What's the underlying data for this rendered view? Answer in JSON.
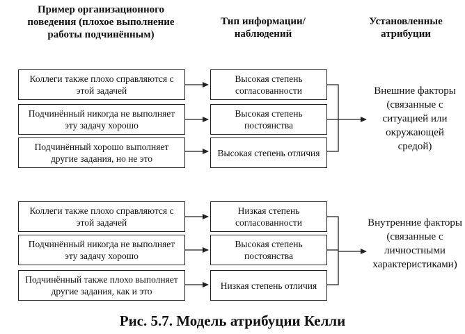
{
  "headers": {
    "col1": "Пример организационного поведения (плохое выполнение работы подчинённым)",
    "col2": "Тип информации/ наблюдений",
    "col3": "Установленные атрибуции"
  },
  "group1": {
    "examples": [
      "Коллеги также плохо справляются с этой задачей",
      "Подчинённый никогда не выполняет эту задачу хорошо",
      "Подчинённый хорошо выполняет другие задания, но не это"
    ],
    "info": [
      "Высокая степень согласованности",
      "Высокая степень постоянства",
      "Высокая степень отличия"
    ],
    "attribution": "Внешние факторы (связанные с ситуацией или окружающей средой)"
  },
  "group2": {
    "examples": [
      "Коллеги также плохо справляются с этой задачей",
      "Подчинённый никогда не выполняет эту задачу хорошо",
      "Подчинённый также плохо выполняет другие задания, как и это"
    ],
    "info": [
      "Низкая степень согласованности",
      "Высокая степень постоянства",
      "Низкая степень отличия"
    ],
    "attribution": "Внутренние факторы (связанные с личностными характеристиками)"
  },
  "caption": "Рис. 5.7. Модель атрибуции Келли"
}
